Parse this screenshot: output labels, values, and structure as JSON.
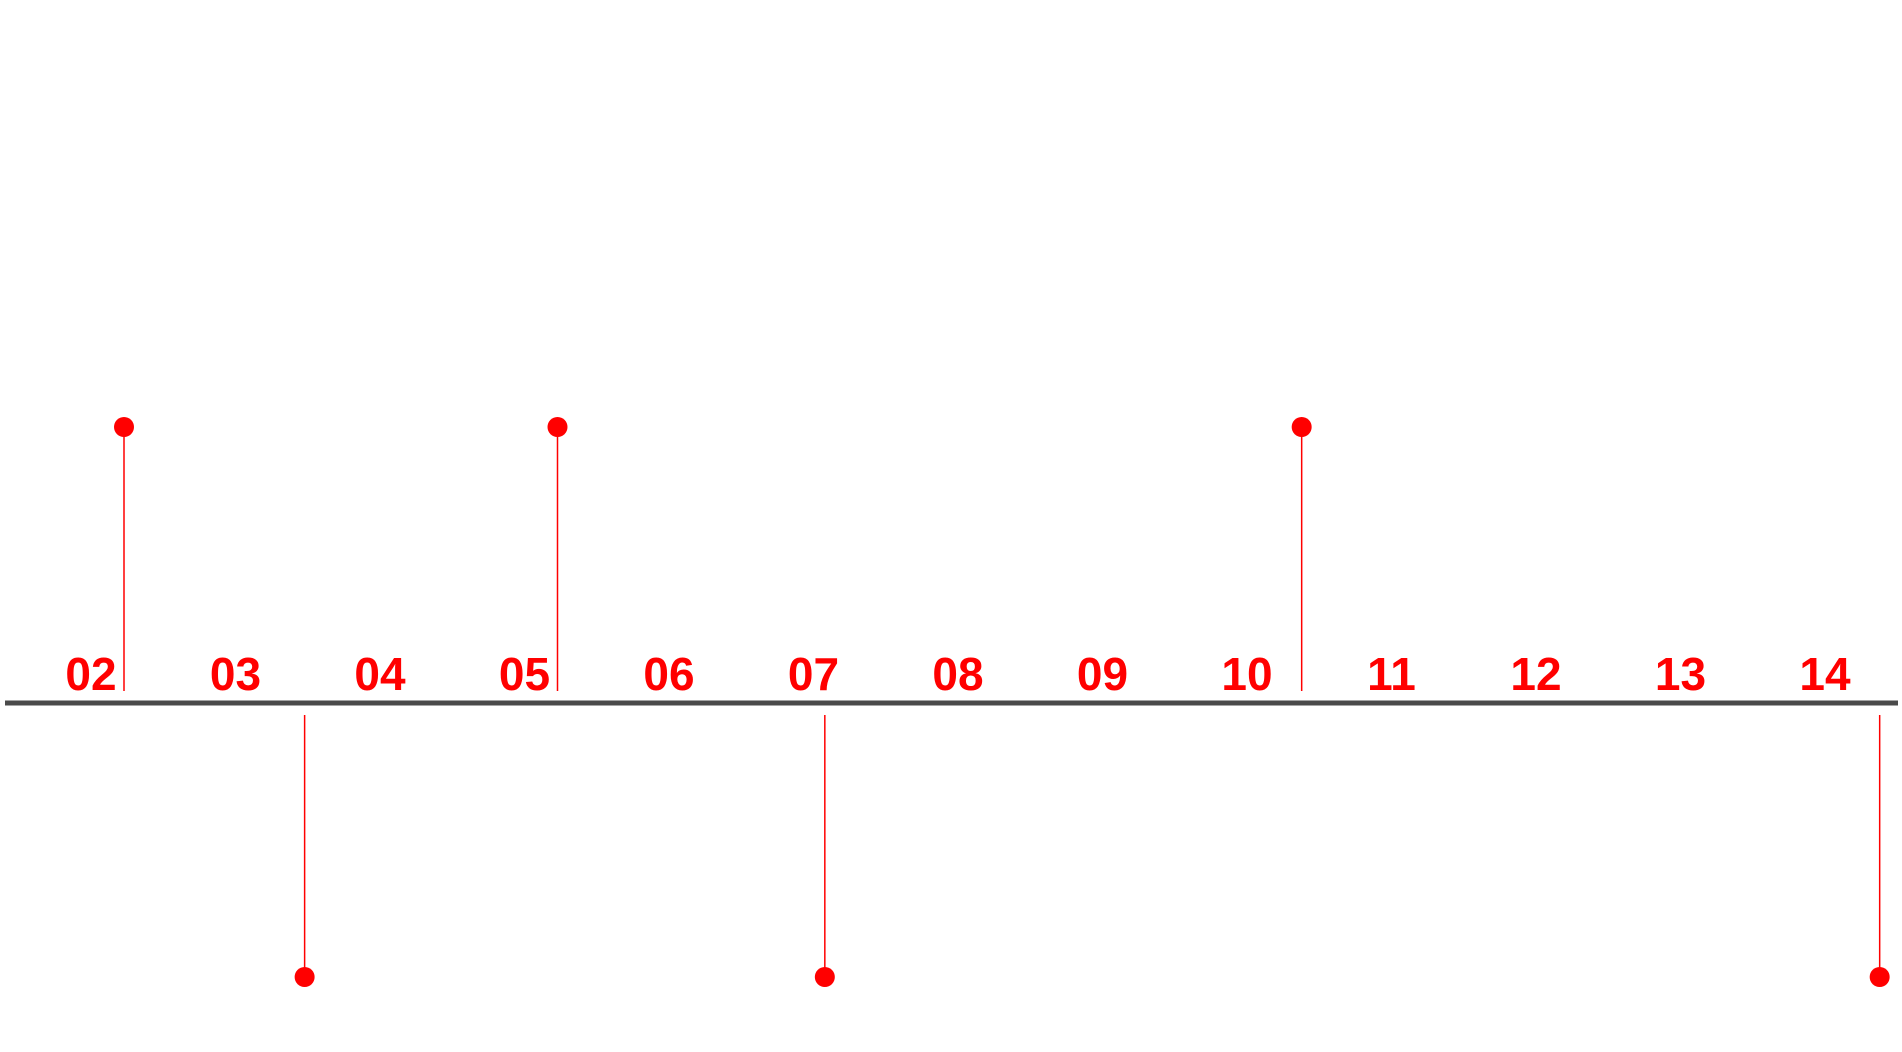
{
  "timeline": {
    "axis_color": "#4a4a4a",
    "accent_color": "#ff0000",
    "years": [
      "02",
      "03",
      "04",
      "05",
      "06",
      "07",
      "08",
      "09",
      "10",
      "11",
      "12",
      "13",
      "14"
    ],
    "markers": [
      {
        "year": 2002.25,
        "side": "above"
      },
      {
        "year": 2003.5,
        "side": "below"
      },
      {
        "year": 2005.25,
        "side": "above"
      },
      {
        "year": 2007.1,
        "side": "below"
      },
      {
        "year": 2010.4,
        "side": "above"
      },
      {
        "year": 2014.4,
        "side": "below"
      }
    ]
  }
}
